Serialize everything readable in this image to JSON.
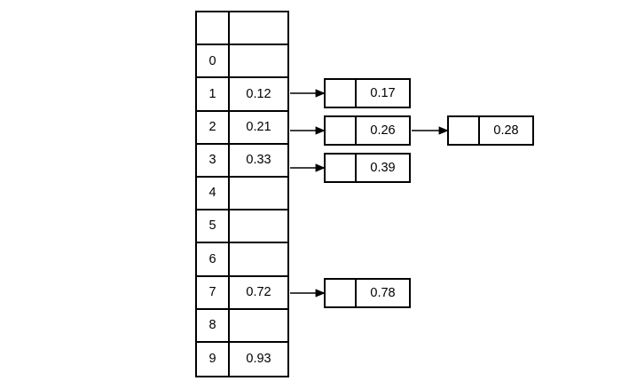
{
  "diagram": {
    "title": "hash-table-with-separate-chaining",
    "colors": {
      "stroke": "#000000",
      "background": "#ffffff",
      "text": "#000000"
    },
    "hash_table": {
      "rows": [
        {
          "index": "",
          "value": ""
        },
        {
          "index": "0",
          "value": ""
        },
        {
          "index": "1",
          "value": "0.12"
        },
        {
          "index": "2",
          "value": "0.21"
        },
        {
          "index": "3",
          "value": "0.33"
        },
        {
          "index": "4",
          "value": ""
        },
        {
          "index": "5",
          "value": ""
        },
        {
          "index": "6",
          "value": ""
        },
        {
          "index": "7",
          "value": "0.72"
        },
        {
          "index": "8",
          "value": ""
        },
        {
          "index": "9",
          "value": "0.93"
        }
      ]
    },
    "nodes": [
      {
        "id": "node-017",
        "pointer": "",
        "value": "0.17"
      },
      {
        "id": "node-026",
        "pointer": "",
        "value": "0.26"
      },
      {
        "id": "node-039",
        "pointer": "",
        "value": "0.39"
      },
      {
        "id": "node-028",
        "pointer": "",
        "value": "0.28"
      },
      {
        "id": "node-078",
        "pointer": "",
        "value": "0.78"
      }
    ],
    "arrows": [
      {
        "id": "arrow-row1-to-node017",
        "from": "table-row-1",
        "to": "node-017"
      },
      {
        "id": "arrow-row2-to-node026",
        "from": "table-row-2",
        "to": "node-026"
      },
      {
        "id": "arrow-row3-to-node039",
        "from": "table-row-3",
        "to": "node-039"
      },
      {
        "id": "arrow-node026-to-node028",
        "from": "node-026",
        "to": "node-028"
      },
      {
        "id": "arrow-row7-to-node078",
        "from": "table-row-7",
        "to": "node-078"
      }
    ]
  }
}
